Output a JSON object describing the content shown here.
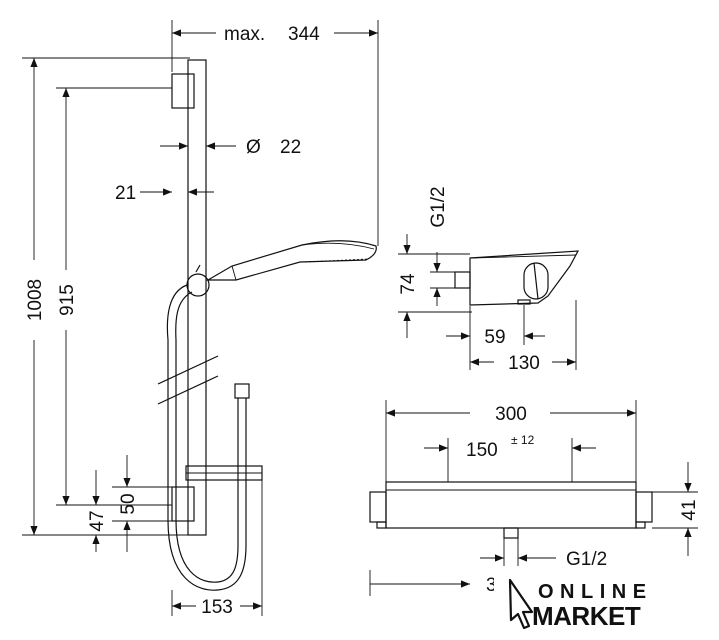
{
  "dimensions": {
    "max_label": "max.",
    "max_value": "344",
    "diameter_symbol": "Ø",
    "diameter_value": "22",
    "d21": "21",
    "d1008": "1008",
    "d915": "915",
    "d50": "50",
    "d47": "47",
    "d153": "153",
    "thread_vertical": "G1/2",
    "d74": "74",
    "d59": "59",
    "d130": "130",
    "d300": "300",
    "d150": "150",
    "tolerance": "± 12",
    "d41": "41",
    "thread_horizontal": "G1/2",
    "partial": "3"
  },
  "brand": {
    "line1": "ONLINE",
    "line2": "MARKET"
  }
}
